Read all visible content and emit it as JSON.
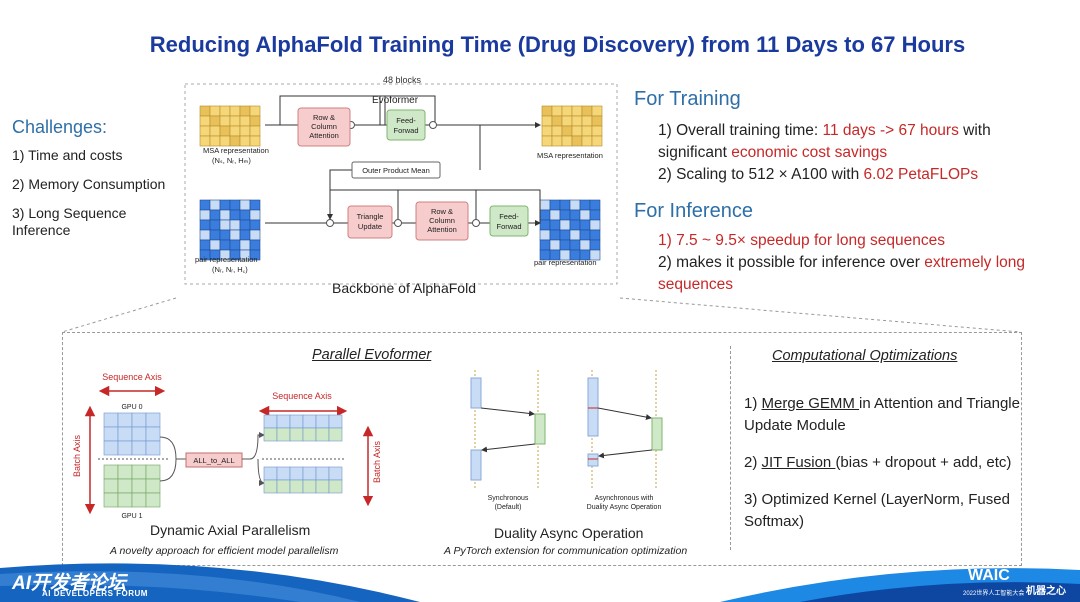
{
  "title": "Reducing AlphaFold Training Time (Drug Discovery) from 11 Days to 67 Hours",
  "challenges": {
    "heading": "Challenges:",
    "items": [
      "1) Time and costs",
      "2) Memory Consumption",
      "3) Long Sequence Inference"
    ]
  },
  "backbone": {
    "blocks_label": "48 blocks",
    "evoformer_label": "Evoformer",
    "msa_rep_label": "MSA representation",
    "msa_rep_dims": "(Nₛ, Nᵣ, Hₘ)",
    "msa_rep_out_label": "MSA representation",
    "pair_rep_label": "pair representation",
    "pair_rep_dims": "(Nᵣ, Nᵣ, H꜀)",
    "pair_rep_out_label": "pair representation",
    "row_col_attn_top": [
      "Row &",
      "Column",
      "Attention"
    ],
    "feed_forward_top": [
      "Feed-",
      "Forwad"
    ],
    "outer_product_mean": "Outer Product Mean",
    "triangle_update": [
      "Triangle",
      "Update"
    ],
    "row_col_attn_bottom": [
      "Row &",
      "Column",
      "Attention"
    ],
    "feed_forward_bottom": [
      "Feed-",
      "Forwad"
    ],
    "caption": "Backbone of AlphaFold"
  },
  "training": {
    "heading": "For Training",
    "line1_pre": "1) Overall training time: ",
    "line1_red": "11 days -> 67 hours",
    "line1_post": " with",
    "line2_pre": "significant ",
    "line2_red": "economic cost savings",
    "line3_pre": "2) Scaling to 512 × A100 with ",
    "line3_red": "6.02 PetaFLOPs"
  },
  "inference": {
    "heading": "For Inference",
    "line1_red": "1) 7.5 ~ 9.5× speedup for long sequences",
    "line2_pre": "2) makes it possible for inference over ",
    "line2_red": "extremely long",
    "line3_red": "sequences"
  },
  "parallel_evoformer": {
    "heading": "Parallel Evoformer",
    "sequence_axis_left": "Sequence Axis",
    "sequence_axis_right": "Sequence Axis",
    "batch_axis_left": "Batch Axis",
    "batch_axis_right": "Batch Axis",
    "gpu0": "GPU 0",
    "gpu1": "GPU 1",
    "all_to_all": "ALL_to_ALL",
    "dap_caption": "Dynamic Axial Parallelism",
    "dap_sub": "A novelty approach for efficient model parallelism",
    "sync_label": [
      "Synchronous",
      "(Default)"
    ],
    "async_label": [
      "Asynchronous with",
      "Duality Async Operation"
    ],
    "dao_caption": "Duality Async Operation",
    "dao_sub": "A PyTorch  extension for communication optimization"
  },
  "optimizations": {
    "heading": "Computational Optimizations",
    "item1_pre": "1) ",
    "item1_u": "Merge GEMM ",
    "item1_post": "in Attention and Triangle Update Module",
    "item2_pre": "2) ",
    "item2_u": "JIT Fusion ",
    "item2_post": "(bias + dropout + add, etc)",
    "item3": "3) Optimized Kernel (LayerNorm, Fused Softmax)"
  },
  "footer": {
    "logo_cn": "AI开发者论坛",
    "logo_en": "AI DEVELOPERS FORUM",
    "waic": "WAIC",
    "waic_sub": "2022世界人工智能大会",
    "right_logo": "机器之心"
  },
  "colors": {
    "title": "#1b3a9e",
    "heading_blue": "#2e6fa8",
    "red": "#c62828",
    "msa_yellow": "#f5d77a",
    "pair_blue": "#3b7ddd",
    "pair_light": "#c9dcf5",
    "pink_box": "#f6cccc",
    "green_box": "#cfe8c7",
    "footer_blue": "#1565c0"
  }
}
